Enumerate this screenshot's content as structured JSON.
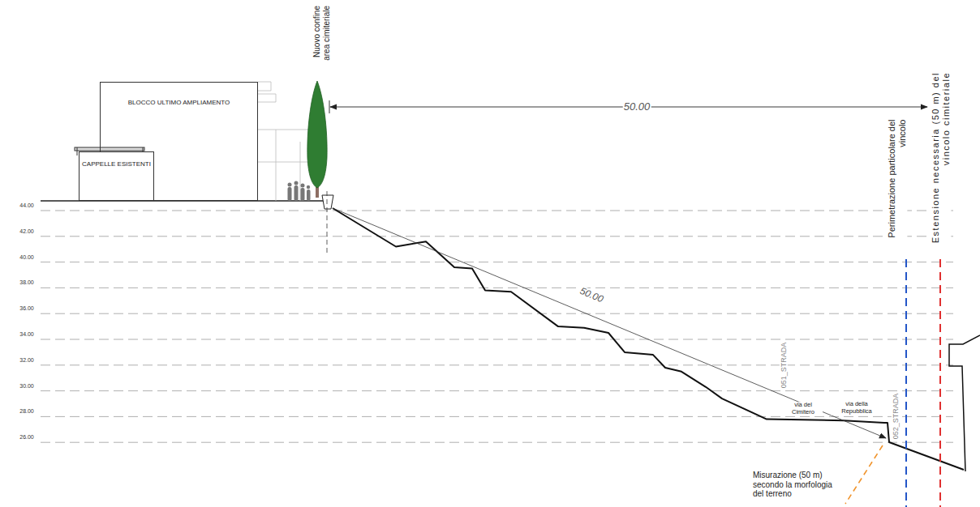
{
  "diagram": {
    "nodes": [
      {
        "text": [
          "BLOCCO ULTIMO AMPLIAMENTO"
        ]
      },
      {
        "text": [
          "CAPPELLE ESISTENTI"
        ]
      }
    ],
    "labels": [
      "Nuovo confine area cimiteriale",
      "50.00",
      "50.00",
      "44.00",
      "42.00",
      "40.00",
      "38.00",
      "36.00",
      "34.00",
      "32.00",
      "30.00",
      "28.00",
      "26.00",
      "051_STRADA",
      "052_STRADA",
      "via del Cimitero",
      "via della Repubblica",
      "Perimetrazione particolare del vincolo",
      "Estensione necessaria (50 m) del vincolo cimiteriale",
      "Misurazione (50 m) secondo la morfologia del terreno"
    ]
  }
}
